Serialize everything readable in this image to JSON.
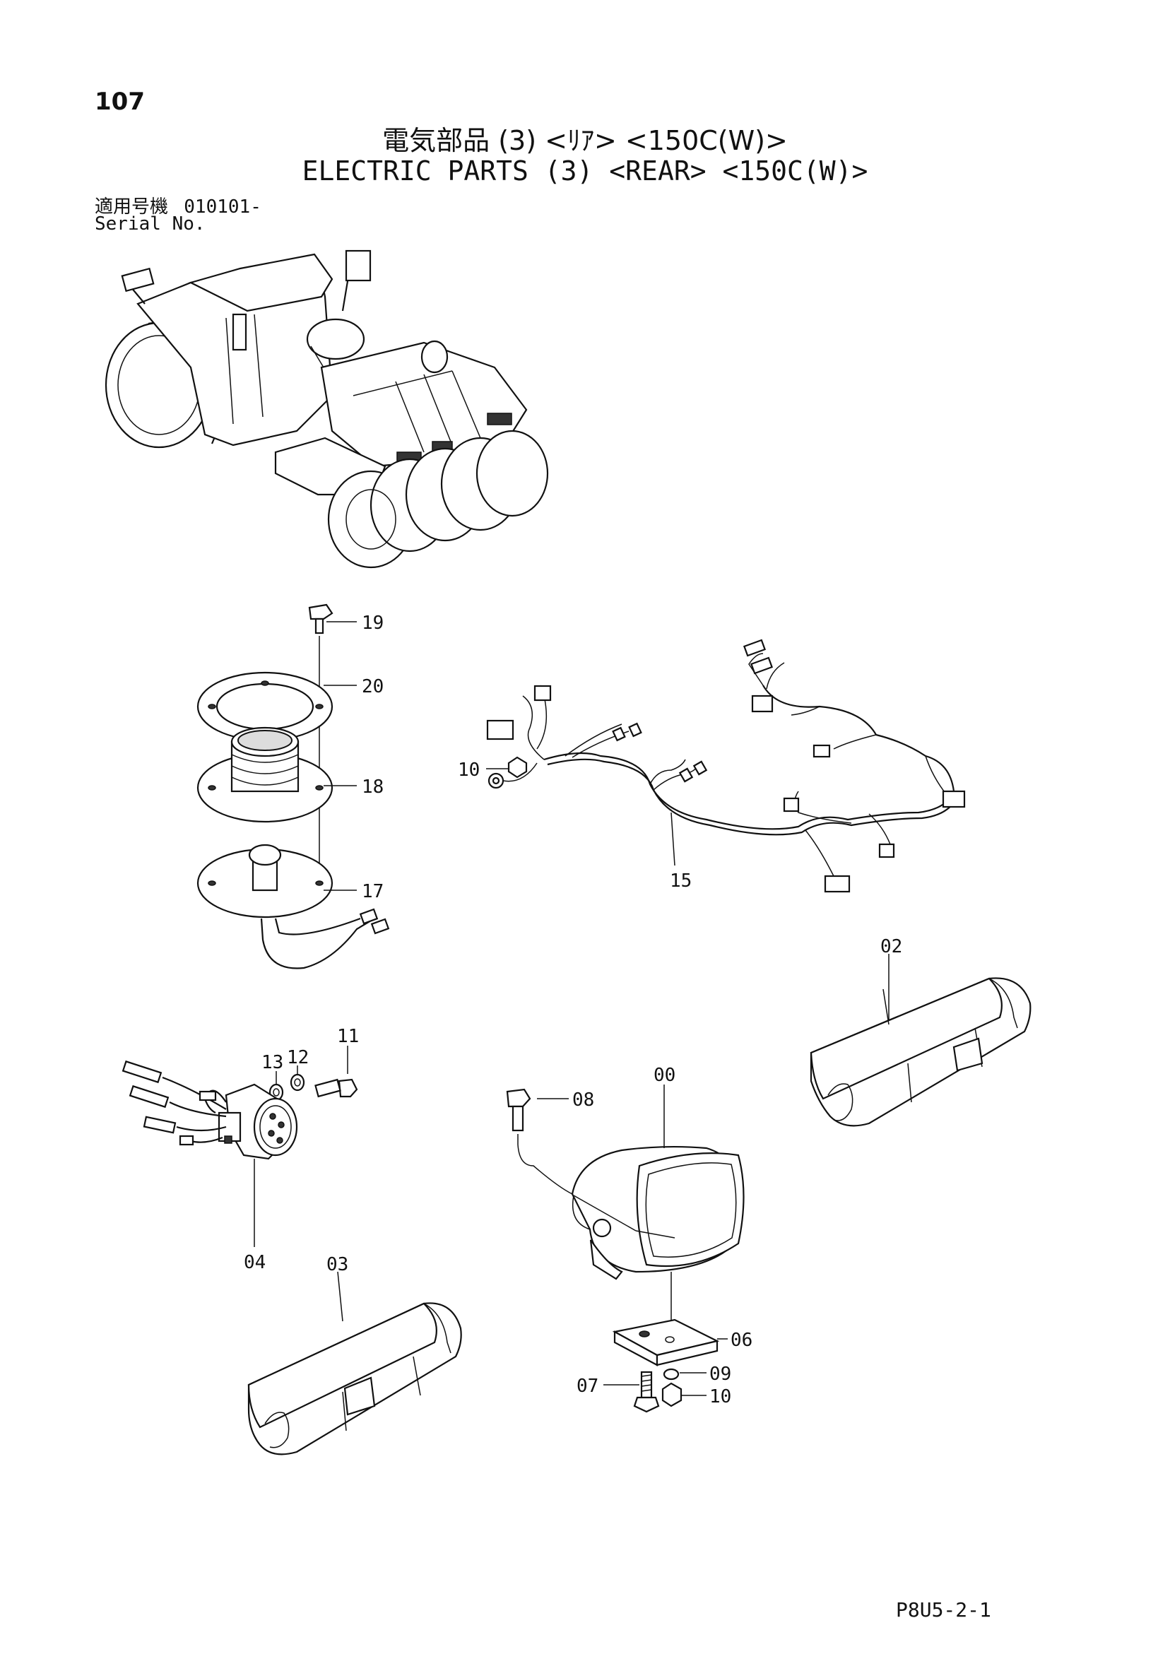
{
  "header": {
    "page_number": "107",
    "title_jp": "電気部品 (3) <ﾘｱ> <150C(W)>",
    "title_en": "ELECTRIC PARTS (3) <REAR> <150C(W)>",
    "serial_label_jp": "適用号機",
    "serial_value": "010101-",
    "serial_label_en": "Serial No."
  },
  "callouts": {
    "c19": "19",
    "c20": "20",
    "c18": "18",
    "c17": "17",
    "c10a": "10",
    "c15": "15",
    "c02": "02",
    "c11": "11",
    "c12": "12",
    "c13": "13",
    "c04": "04",
    "c00": "00",
    "c08": "08",
    "c03": "03",
    "c06": "06",
    "c09": "09",
    "c07": "07",
    "c10b": "10"
  },
  "footer": {
    "code": "P8U5-2-1"
  }
}
